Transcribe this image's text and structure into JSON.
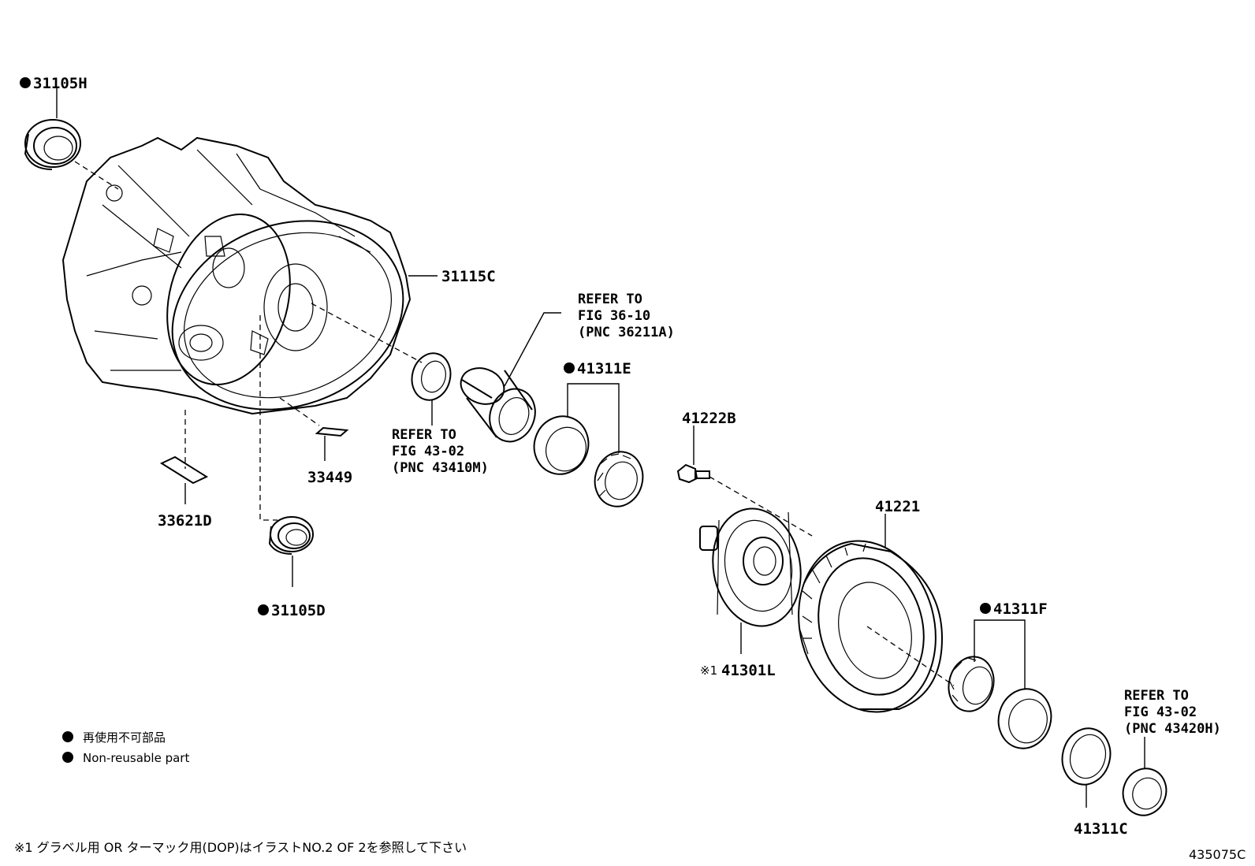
{
  "callouts": {
    "p31105H": "31105H",
    "p31115C": "31115C",
    "p41311E": "41311E",
    "p41222B": "41222B",
    "p41221": "41221",
    "p41311F": "41311F",
    "p41301L": "41301L",
    "p41311C": "41311C",
    "p33449": "33449",
    "p33621D": "33621D",
    "p31105D": "31105D",
    "note_mark": "※1"
  },
  "references": {
    "fig36": [
      "REFER TO",
      "FIG 36-10",
      "(PNC 36211A)"
    ],
    "fig43a": [
      "REFER TO",
      "FIG 43-02",
      "(PNC 43410M)"
    ],
    "fig43b": [
      "REFER TO",
      "FIG 43-02",
      "(PNC 43420H)"
    ]
  },
  "legend": {
    "jp": "再使用不可部品",
    "en": "Non-reusable part"
  },
  "footnote": "※1 グラベル用 OR ターマック用(DOP)はイラストNO.2 OF 2を参照して下さい",
  "figure_code": "435075C"
}
